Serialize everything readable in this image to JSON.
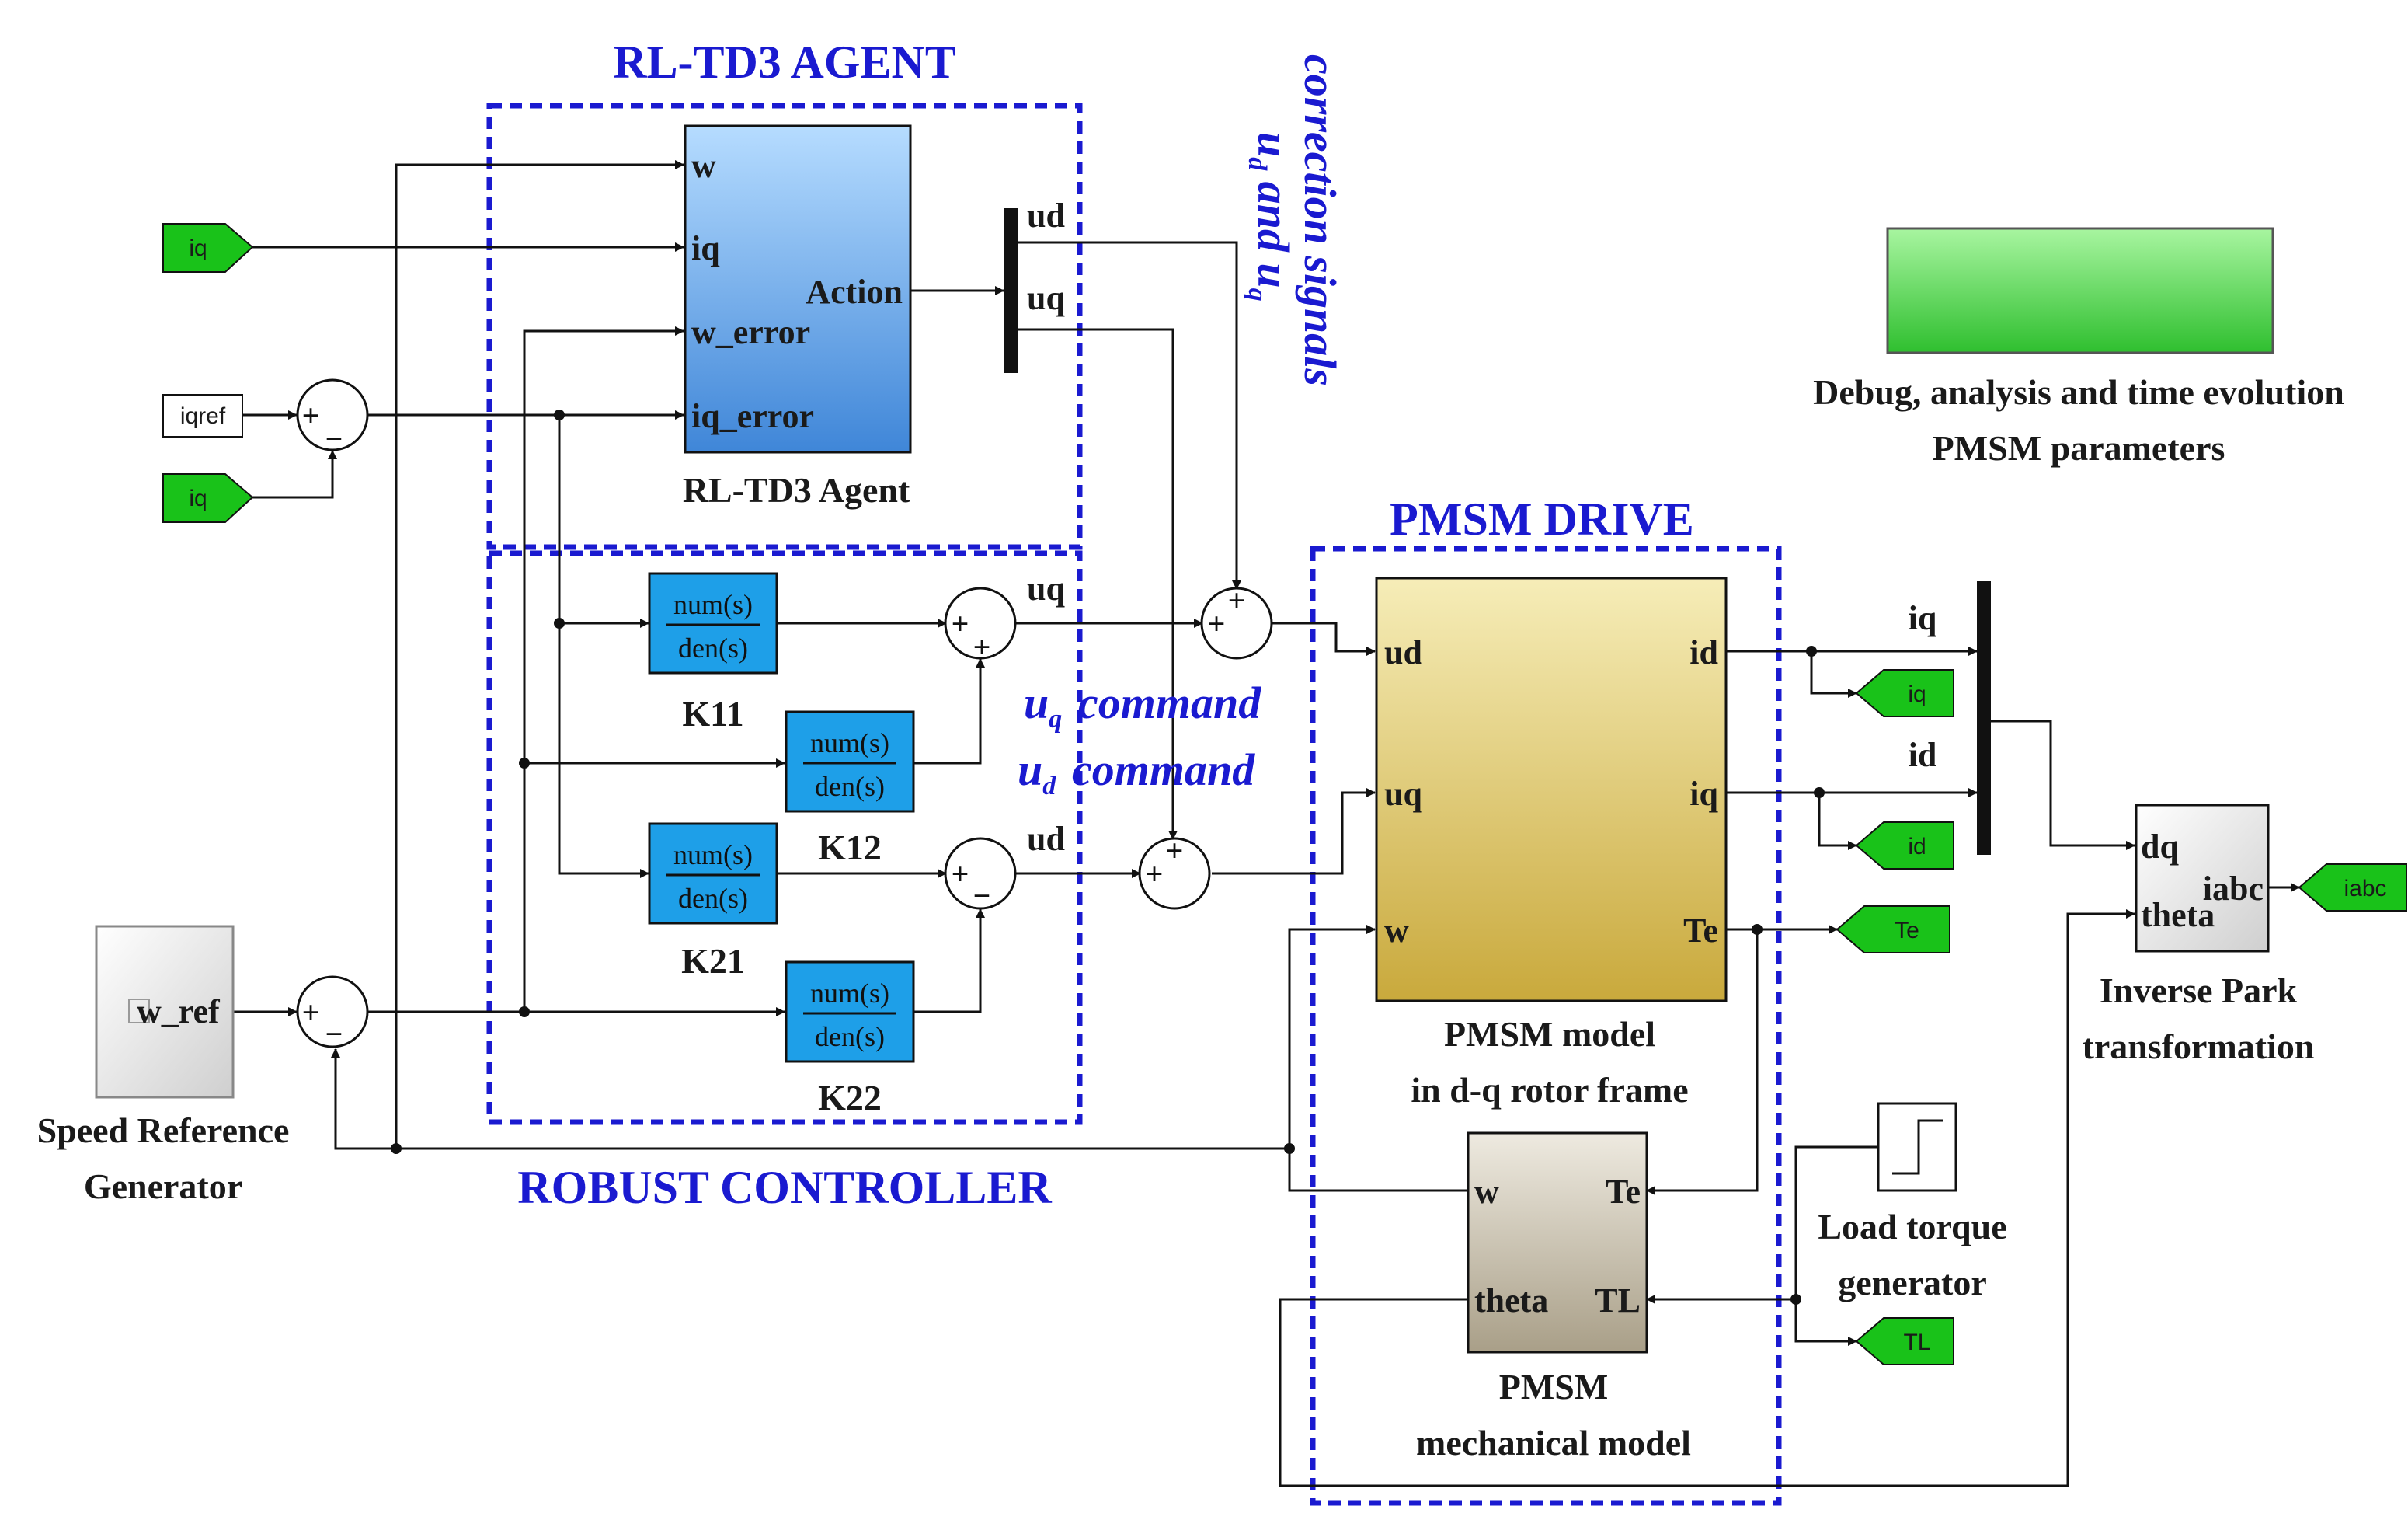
{
  "sections": {
    "rl_agent_title": "RL-TD3 AGENT",
    "robust_title": "ROBUST CONTROLLER",
    "pmsm_drive_title": "PMSM DRIVE"
  },
  "agent": {
    "label": "RL-TD3 Agent",
    "ports_in": [
      "w",
      "iq",
      "w_error",
      "iq_error"
    ],
    "port_out": "Action",
    "demux_out": [
      "ud",
      "uq"
    ]
  },
  "correction": {
    "line1": "correction signals"
  },
  "commands": {
    "uq": "command",
    "ud": "command"
  },
  "tags": {
    "iq_top": "iq",
    "iqref": "iqref",
    "iq_mid": "iq",
    "out_iq": "iq",
    "out_id": "id",
    "out_te": "Te",
    "out_tl": "TL",
    "out_iabc": "iabc"
  },
  "tf_blocks": [
    {
      "num": "num(s)",
      "den": "den(s)",
      "label": "K11"
    },
    {
      "num": "num(s)",
      "den": "den(s)",
      "label": "K12"
    },
    {
      "num": "num(s)",
      "den": "den(s)",
      "label": "K21"
    },
    {
      "num": "num(s)",
      "den": "den(s)",
      "label": "K22"
    }
  ],
  "wire_labels": {
    "uq": "uq",
    "ud": "ud",
    "bus_iq": "iq",
    "bus_id": "id"
  },
  "speed_ref": {
    "block": "w_ref",
    "label1": "Speed Reference",
    "label2": "Generator"
  },
  "pmsm_model": {
    "ports_in": [
      "ud",
      "uq",
      "w"
    ],
    "ports_out": [
      "id",
      "iq",
      "Te"
    ],
    "label1": "PMSM model",
    "label2": "in d-q rotor frame"
  },
  "mech_model": {
    "ports_left": [
      "w",
      "theta"
    ],
    "ports_right": [
      "Te",
      "TL"
    ],
    "label1": "PMSM",
    "label2": "mechanical model"
  },
  "load": {
    "label1": "Load torque",
    "label2": "generator"
  },
  "park": {
    "ports_in": [
      "dq",
      "theta"
    ],
    "port_out": "iabc",
    "label1": "Inverse Park",
    "label2": "transformation"
  },
  "debug": {
    "line1": "Debug, analysis and time evolution",
    "line2": "PMSM parameters"
  },
  "colors": {
    "section_blue": "#1a1ad0",
    "tag_green": "#19c219",
    "tf_blue": "#1e9fe8",
    "agent_blue": "#6fb4f2",
    "pmsm_gold": "#dcc56a",
    "mech_gray": "#c9c2b0"
  }
}
